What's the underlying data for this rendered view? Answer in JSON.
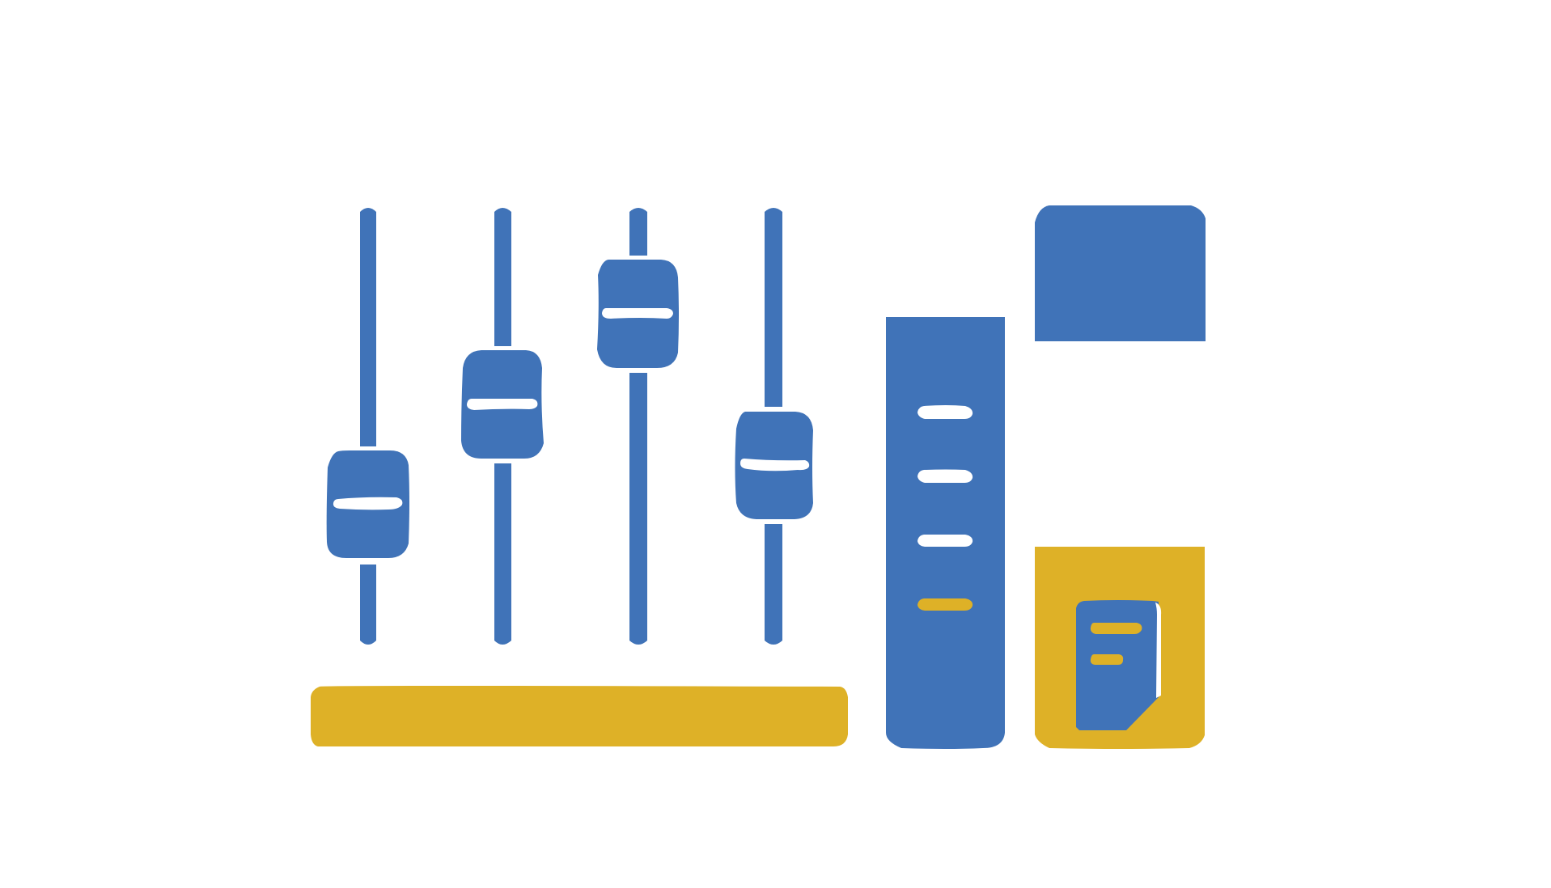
{
  "colors": {
    "primary": "#4073b8",
    "accent": "#deb127",
    "background": "#ffffff",
    "highlight": "#ffffff"
  },
  "illustration": {
    "subject": "equalizer-settings-icon",
    "sliders": [
      {
        "name": "slider-1",
        "level": 0.32
      },
      {
        "name": "slider-2",
        "level": 0.55
      },
      {
        "name": "slider-3",
        "level": 0.76
      },
      {
        "name": "slider-4",
        "level": 0.41
      }
    ],
    "side_panel_lines": 4,
    "icons": [
      "sliders-icon",
      "list-panel-icon",
      "document-icon"
    ]
  }
}
